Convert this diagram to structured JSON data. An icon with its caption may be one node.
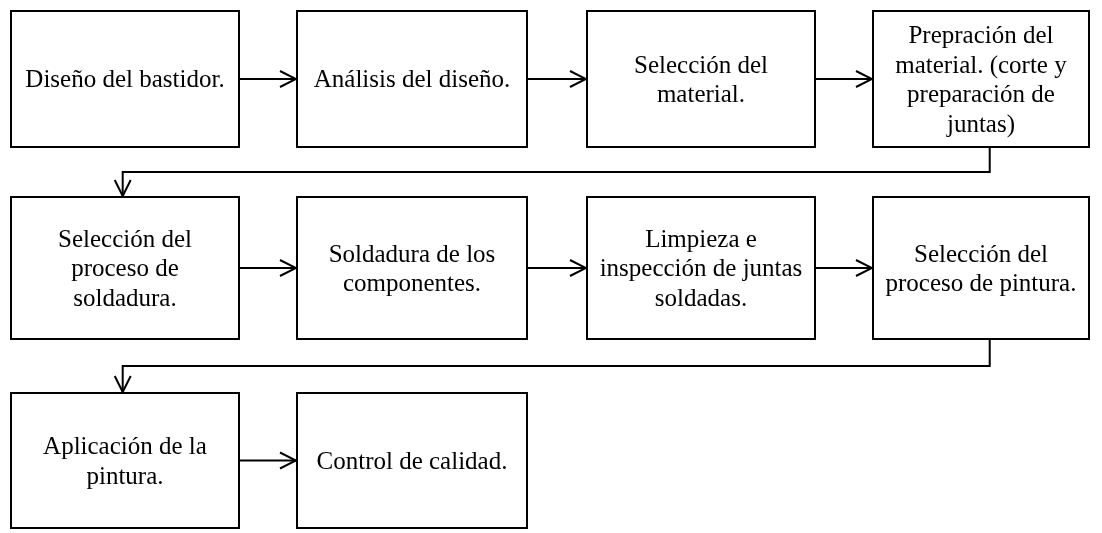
{
  "diagram": {
    "nodes": [
      {
        "text": [
          "Diseño del bastidor."
        ]
      },
      {
        "text": [
          "Análisis del diseño."
        ]
      },
      {
        "text": [
          "Selección del material."
        ]
      },
      {
        "text": [
          "Prepración del material. (corte y preparación de juntas)"
        ]
      },
      {
        "text": [
          "Selección del proceso de soldadura."
        ]
      },
      {
        "text": [
          "Soldadura de los componentes."
        ]
      },
      {
        "text": [
          "Limpieza e inspección de juntas soldadas."
        ]
      },
      {
        "text": [
          "Selección del proceso de pintura."
        ]
      },
      {
        "text": [
          "Aplicación de la pintura."
        ]
      },
      {
        "text": [
          "Control de calidad."
        ]
      }
    ],
    "edges": [
      {
        "from": 0,
        "to": 1,
        "arrow": "to"
      },
      {
        "from": 1,
        "to": 2,
        "arrow": "to"
      },
      {
        "from": 2,
        "to": 3,
        "arrow": "to"
      },
      {
        "from": 3,
        "to": 4,
        "arrow": "to"
      },
      {
        "from": 4,
        "to": 5,
        "arrow": "to"
      },
      {
        "from": 5,
        "to": 6,
        "arrow": "to"
      },
      {
        "from": 6,
        "to": 7,
        "arrow": "to"
      },
      {
        "from": 7,
        "to": 8,
        "arrow": "to"
      },
      {
        "from": 8,
        "to": 9,
        "arrow": "to"
      }
    ]
  }
}
